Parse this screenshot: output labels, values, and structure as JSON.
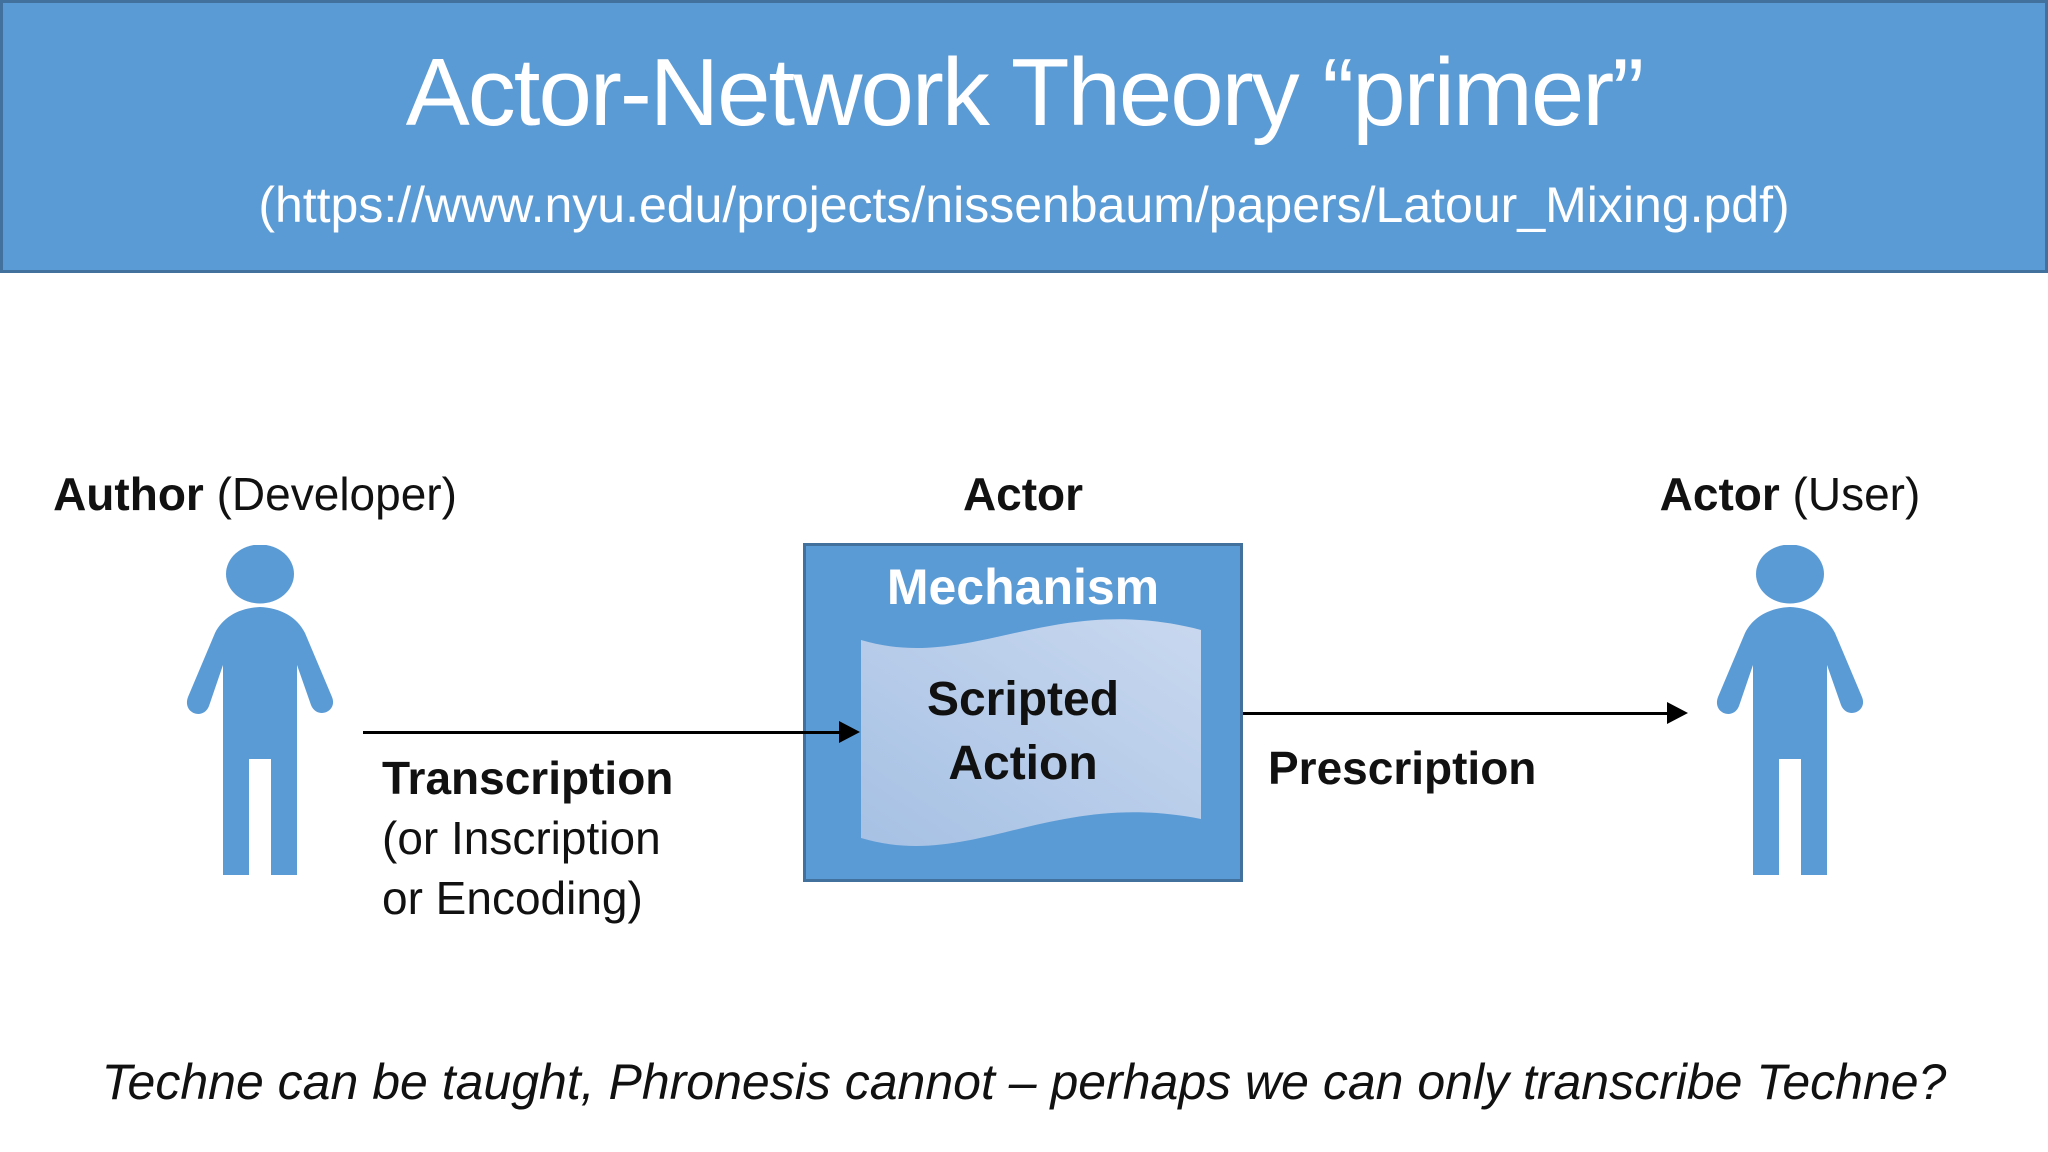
{
  "slide": {
    "header": {
      "title": "Actor-Network Theory “primer”",
      "url": "(https://www.nyu.edu/projects/nissenbaum/papers/Latour_Mixing.pdf)"
    },
    "actors": {
      "author": {
        "name": "Author",
        "role": " (Developer)"
      },
      "center": {
        "name": "Actor"
      },
      "user": {
        "name": "Actor",
        "role": " (User)"
      }
    },
    "mechanism": {
      "box_label": "Mechanism",
      "scroll_line1": "Scripted",
      "scroll_line2": "Action"
    },
    "arrows": {
      "left": {
        "label_line1": "Transcription",
        "label_line2": "(or Inscription",
        "label_line3": "or Encoding)"
      },
      "right": {
        "label": "Prescription"
      }
    },
    "footer": "Techne can be taught, Phronesis cannot – perhaps we can only transcribe Techne?"
  },
  "colors": {
    "banner_blue": "#5B9BD5",
    "banner_border": "#41719C",
    "person_blue": "#5B9BD5",
    "box_blue": "#5B9BD5",
    "box_border": "#41719C",
    "scroll_light_blue_start": "#A6C1E4",
    "scroll_light_blue_end": "#C9D8EF",
    "arrow_black": "#000000",
    "text_white": "#FFFFFF",
    "text_dark": "#111111"
  }
}
